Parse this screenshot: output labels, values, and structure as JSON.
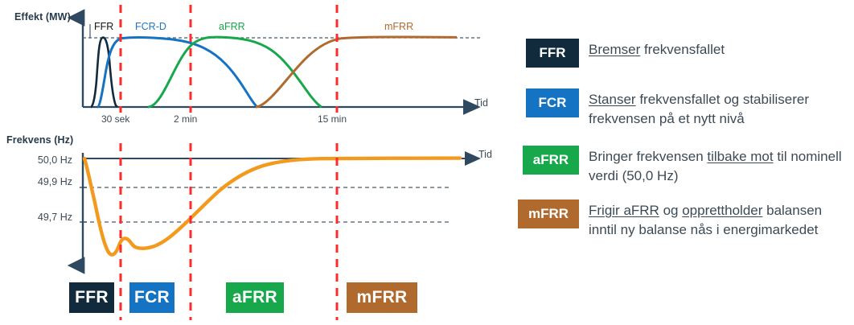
{
  "charts": {
    "power": {
      "y_axis_title": "Effekt (MW)",
      "x_axis_title": "Tid",
      "x_ticks": [
        "30 sek",
        "2 min",
        "15 min"
      ],
      "series_labels": [
        "FFR",
        "FCR-D",
        "aFRR",
        "mFRR"
      ]
    },
    "frequency": {
      "y_axis_title": "Frekvens (Hz)",
      "x_axis_title": "Tid",
      "y_ticks": [
        "50,0 Hz",
        "49,9 Hz",
        "49,7 Hz"
      ]
    },
    "category_boxes": [
      {
        "label": "FFR",
        "color": "#122b3c"
      },
      {
        "label": "FCR",
        "color": "#1573c4"
      },
      {
        "label": "aFRR",
        "color": "#16a84a"
      },
      {
        "label": "mFRR",
        "color": "#b06a2e"
      }
    ]
  },
  "legend": {
    "items": [
      {
        "badge": "FFR",
        "color": "#122b3c",
        "emphasis": "Bremser",
        "text": " frekvensfallet"
      },
      {
        "badge": "FCR",
        "color": "#1573c4",
        "emphasis": "Stanser",
        "text": " frekvensfallet og stabiliserer frekvensen på et nytt nivå"
      },
      {
        "badge": "aFRR",
        "color": "#16a84a",
        "lead": "Bringer frekvensen ",
        "emphasis": "tilbake mot",
        "text": " til nominell verdi (50,0 Hz)"
      },
      {
        "badge": "mFRR",
        "color": "#b06a2e",
        "emphasis": "Frigir aFRR",
        "mid": " og ",
        "emphasis2": "opprettholder",
        "text": " balansen inntil ny balanse nås i energimarkedet"
      }
    ]
  },
  "chart_data": {
    "type": "line",
    "title": "Frekvensreserver: effekt og frekvensrespons over tid",
    "panels": [
      {
        "name": "power",
        "ylabel": "Effekt (MW)",
        "xlabel": "Tid",
        "xtick_labels": [
          "30 sek",
          "2 min",
          "15 min"
        ],
        "xtick_positions": [
          30,
          120,
          900
        ],
        "grid": false,
        "legend": "inline-labels",
        "series": [
          {
            "name": "FFR",
            "color": "#122b3c",
            "x": [
              0,
              4,
              8,
              12,
              16,
              20,
              24,
              28,
              32,
              36
            ],
            "y": [
              0,
              0.15,
              0.75,
              1.0,
              1.0,
              0.98,
              0.85,
              0.45,
              0.08,
              0
            ]
          },
          {
            "name": "FCR-D",
            "color": "#1573c4",
            "x": [
              14,
              20,
              26,
              34,
              45,
              60,
              120,
              200,
              300,
              420,
              520,
              600
            ],
            "y": [
              0,
              0.35,
              0.75,
              0.94,
              1.0,
              1.0,
              0.97,
              0.88,
              0.7,
              0.36,
              0.08,
              0
            ]
          },
          {
            "name": "aFRR",
            "color": "#16a84a",
            "x": [
              55,
              80,
              120,
              170,
              230,
              300,
              420,
              560,
              700,
              820,
              880
            ],
            "y": [
              0,
              0.18,
              0.55,
              0.88,
              1.0,
              1.0,
              0.98,
              0.84,
              0.55,
              0.15,
              0
            ]
          },
          {
            "name": "mFRR",
            "color": "#b06a2e",
            "x": [
              420,
              470,
              540,
              620,
              700,
              790,
              880,
              960,
              1100,
              1300,
              1450
            ],
            "y": [
              0,
              0.12,
              0.35,
              0.58,
              0.76,
              0.9,
              0.98,
              1.0,
              1.0,
              1.0,
              1.0
            ]
          }
        ],
        "reference_line": {
          "y": 1.0,
          "style": "dashed",
          "color": "#4a5a68"
        },
        "event_markers": {
          "x": [
            30,
            120,
            900
          ],
          "style": "dashed",
          "color": "#ff2b2b"
        }
      },
      {
        "name": "frequency",
        "ylabel": "Frekvens (Hz)",
        "xlabel": "Tid",
        "ytick_labels": [
          "50,0 Hz",
          "49,9 Hz",
          "49,7 Hz"
        ],
        "ytick_values": [
          50.0,
          49.9,
          49.7
        ],
        "ylim": [
          49.45,
          50.05
        ],
        "grid": "dashed-horizontal",
        "series": [
          {
            "name": "Frekvens",
            "color": "#f39a1e",
            "x": [
              0,
              8,
              16,
              24,
              30,
              40,
              52,
              66,
              84,
              105,
              120,
              150,
              190,
              240,
              300,
              380,
              480,
              600,
              760,
              900,
              1100,
              1450
            ],
            "y": [
              50.0,
              49.88,
              49.74,
              49.63,
              49.58,
              49.6,
              49.63,
              49.62,
              49.61,
              49.63,
              49.67,
              49.74,
              49.8,
              49.85,
              49.89,
              49.93,
              49.96,
              49.98,
              49.99,
              50.0,
              50.0,
              50.0
            ]
          }
        ],
        "event_markers": {
          "x": [
            30,
            120,
            900
          ],
          "style": "dashed",
          "color": "#ff2b2b"
        }
      }
    ]
  }
}
